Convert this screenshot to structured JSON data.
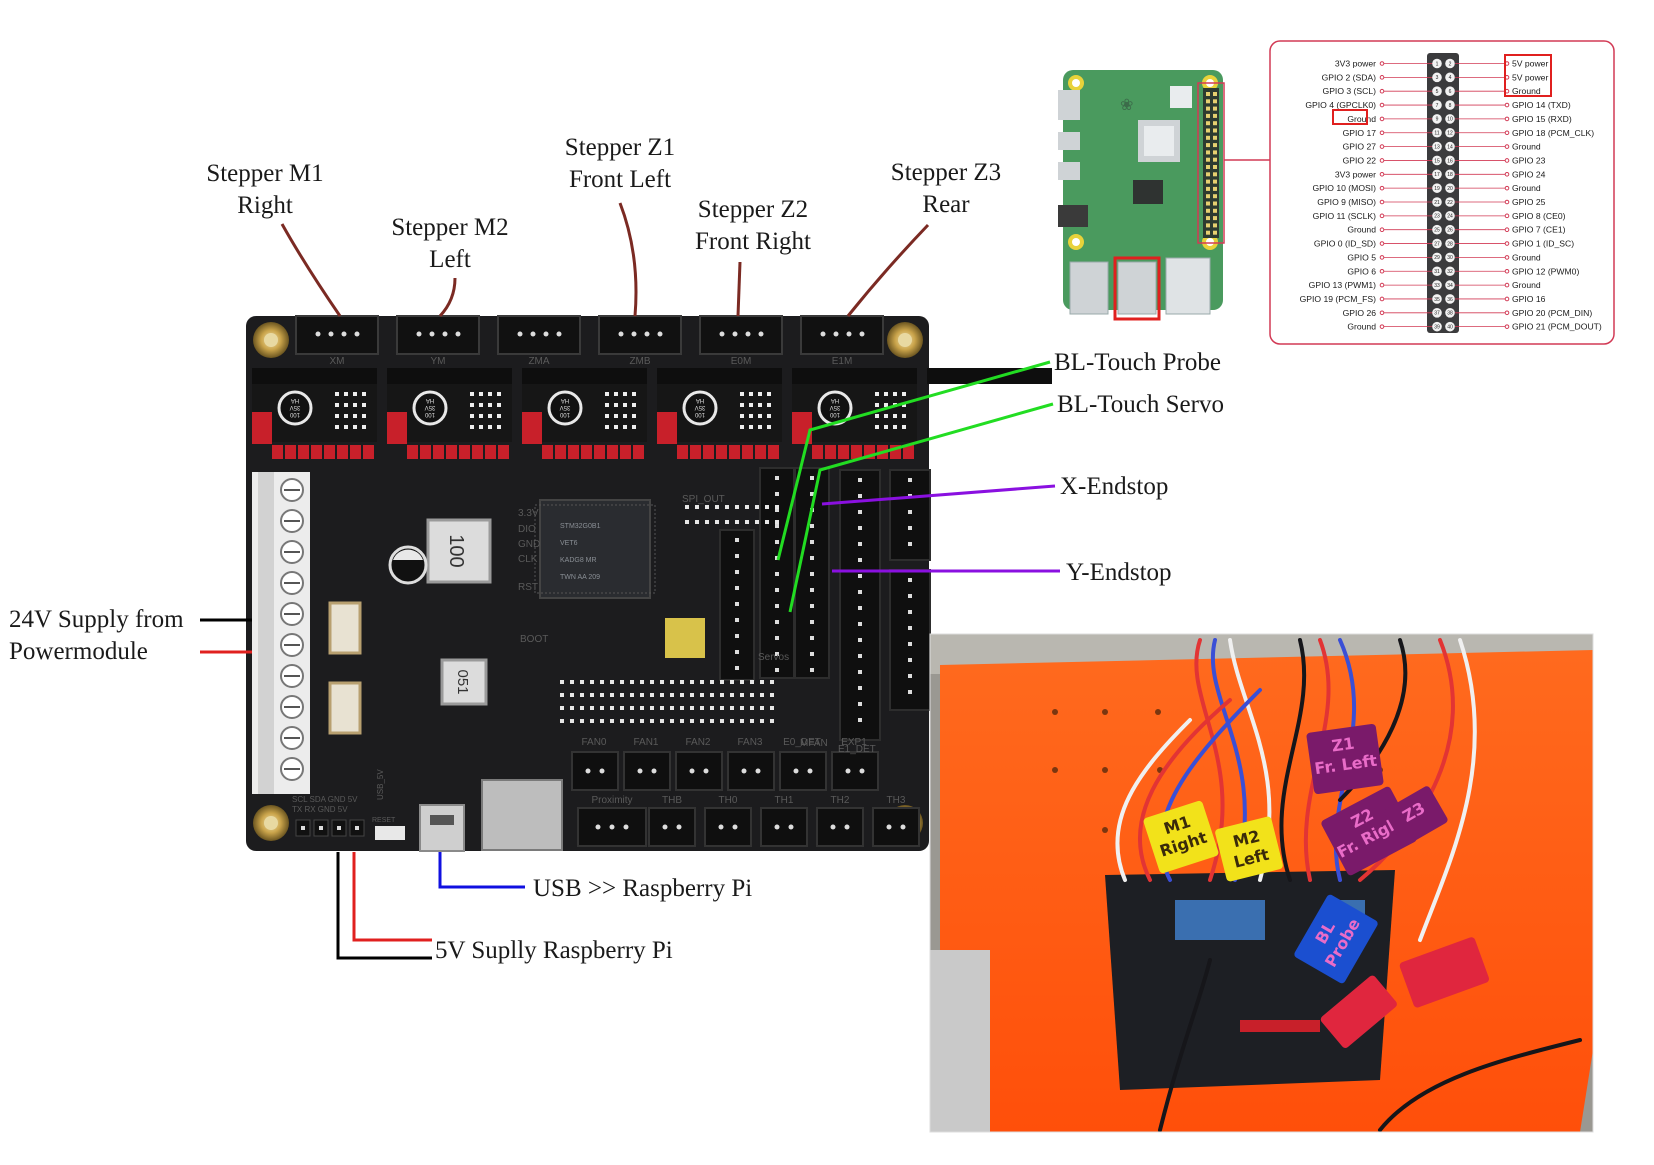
{
  "labels": {
    "stepper_m1": [
      "Stepper M1",
      "Right"
    ],
    "stepper_m2": [
      "Stepper M2",
      "Left"
    ],
    "stepper_z1": [
      "Stepper Z1",
      "Front Left"
    ],
    "stepper_z2": [
      "Stepper Z2",
      "Front Right"
    ],
    "stepper_z3": [
      "Stepper Z3",
      "Rear"
    ],
    "bltouch_probe": "BL-Touch Probe",
    "bltouch_servo": "BL-Touch Servo",
    "x_endstop": "X-Endstop",
    "y_endstop": "Y-Endstop",
    "supply_24v": [
      "24V Supply from",
      "Powermodule"
    ],
    "usb": "USB >> Raspberry Pi",
    "supply_5v": "5V Suplly Raspberry Pi"
  },
  "board_silkscreen": {
    "driver_slots": [
      "XM",
      "YM",
      "ZMA",
      "ZMB",
      "E0M",
      "E1M"
    ],
    "fans": [
      "FAN0",
      "FAN1",
      "FAN2",
      "FAN3",
      "E0_DET",
      "EXP1"
    ],
    "thermistors": [
      "Proximity",
      "THB",
      "TH0",
      "TH1",
      "TH2",
      "TH3"
    ],
    "misc": [
      "SPI_OUT",
      "3.3V",
      "DIO",
      "GND",
      "CLK",
      "RST",
      "BOOT",
      "Servos",
      "MFAN",
      "E1_DET",
      "SCL SDA GND 5V",
      "TX  RX  GND 5V",
      "USB_5V",
      "RESET"
    ],
    "capacitor_text": [
      "HA",
      "35V",
      "100"
    ],
    "mcu": [
      "STM32G0B1",
      "VET6",
      "KADG8 MR",
      "TWN AA 209"
    ]
  },
  "gpio_header": {
    "left": [
      "3V3 power",
      "GPIO 2 (SDA)",
      "GPIO 3 (SCL)",
      "GPIO 4 (GPCLK0)",
      "Ground",
      "GPIO 17",
      "GPIO 27",
      "GPIO 22",
      "3V3 power",
      "GPIO 10 (MOSI)",
      "GPIO 9 (MISO)",
      "GPIO 11 (SCLK)",
      "Ground",
      "GPIO 0 (ID_SD)",
      "GPIO 5",
      "GPIO 6",
      "GPIO 13 (PWM1)",
      "GPIO 19 (PCM_FS)",
      "GPIO 26",
      "Ground"
    ],
    "right": [
      "5V power",
      "5V power",
      "Ground",
      "GPIO 14 (TXD)",
      "GPIO 15 (RXD)",
      "GPIO 18 (PCM_CLK)",
      "Ground",
      "GPIO 23",
      "GPIO 24",
      "Ground",
      "GPIO 25",
      "GPIO 8 (CE0)",
      "GPIO 7 (CE1)",
      "GPIO 1 (ID_SC)",
      "Ground",
      "GPIO 12 (PWM0)",
      "Ground",
      "GPIO 16",
      "GPIO 20 (PCM_DIN)",
      "GPIO 21 (PCM_DOUT)"
    ],
    "highlighted_left": [
      4
    ],
    "highlighted_right_range": [
      0,
      2
    ],
    "highlight_color": "#e0201f"
  },
  "photo_tapes": [
    {
      "text": "M1\nRight",
      "color": "#f2e21a"
    },
    {
      "text": "M2\nLeft",
      "color": "#f2e21a"
    },
    {
      "text": "Z1\nFr. Left",
      "color": "#7a1a6a"
    },
    {
      "text": "Z2\nFr. Right",
      "color": "#7a1a6a"
    },
    {
      "text": "Z3",
      "color": "#7a1a6a"
    },
    {
      "text": "BL\nProbe",
      "color": "#1b4fd0"
    }
  ],
  "colors": {
    "leader_stepper": "#7b2a23",
    "leader_bltouch": "#22dd22",
    "leader_endstop": "#8a10e0",
    "wire_black": "#000000",
    "wire_red": "#e0201f",
    "wire_blue": "#1010e0",
    "pcb": "#1c1c1e",
    "header_red": "#c8202a",
    "pi_green": "#4a9a5e",
    "panel_border": "#d23a55",
    "orange_panel": "#ff5a12"
  }
}
